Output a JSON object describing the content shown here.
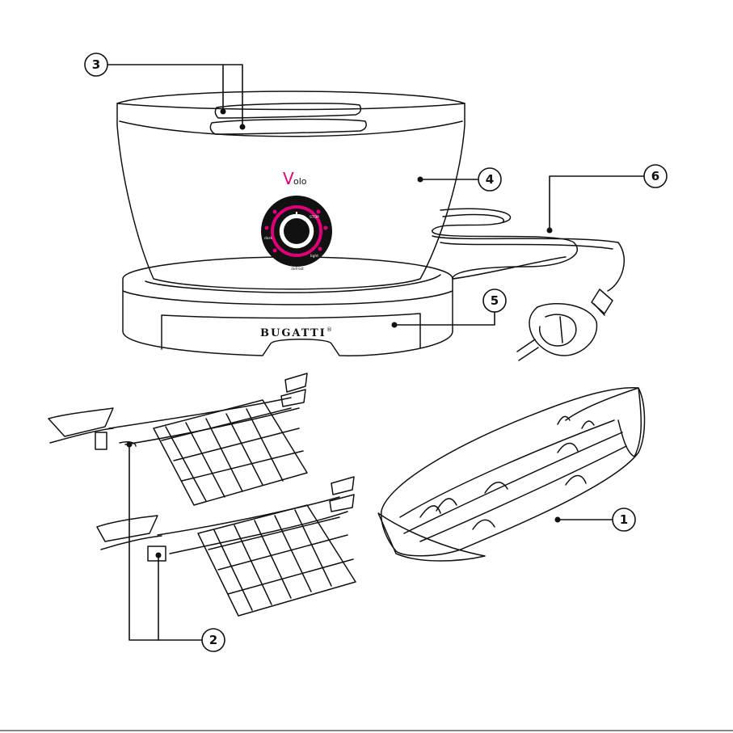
{
  "product": {
    "logo_letter": "V",
    "logo_rest": "olo",
    "brand": "BUGATTI",
    "brand_mark": "®",
    "dial_texts": [
      "STOP",
      "light",
      "dark",
      "defrost"
    ]
  },
  "callouts": [
    {
      "id": "c1",
      "number": "1"
    },
    {
      "id": "c2",
      "number": "2"
    },
    {
      "id": "c3",
      "number": "3"
    },
    {
      "id": "c4",
      "number": "4"
    },
    {
      "id": "c5",
      "number": "5"
    },
    {
      "id": "c6",
      "number": "6"
    }
  ],
  "colors": {
    "line": "#111111",
    "accent": "#e0007a",
    "dial": "#111111"
  }
}
